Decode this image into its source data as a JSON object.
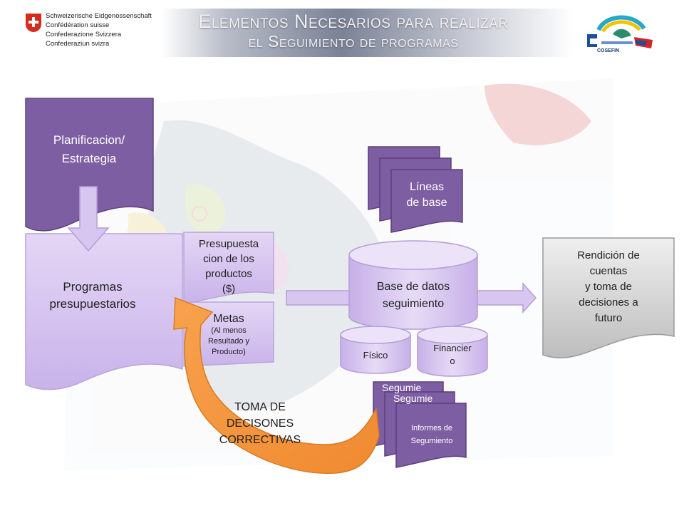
{
  "header": {
    "title_line1": "Elementos Necesarios para realizar",
    "title_line2": "el Seguimiento de programas",
    "swiss_lines": [
      "Schweizerische Eidgenossenschaft",
      "Confédération suisse",
      "Confederazione Svizzera",
      "Confederaziun svizra"
    ],
    "partner_logo_text": "COSEFIN"
  },
  "nodes": {
    "planificacion": {
      "lines": [
        "Planificacion/",
        "Estrategia"
      ]
    },
    "programas": {
      "lines": [
        "Programas",
        "presupuestarios"
      ]
    },
    "presupuestacion": {
      "lines": [
        "Presupuesta",
        "cion de los",
        "productos",
        "($)"
      ]
    },
    "metas": {
      "title": "Metas",
      "sub_lines": [
        "(Al menos",
        "Resultado y",
        "Producto)"
      ]
    },
    "lineas_base": {
      "lines": [
        "Líneas",
        "de base"
      ]
    },
    "base_datos": {
      "lines": [
        "Base de datos",
        "seguimiento"
      ]
    },
    "fisico": {
      "label": "Físico"
    },
    "financiero": {
      "lines": [
        "Financier",
        "o"
      ]
    },
    "informes": {
      "lines": [
        "Informes de",
        "Segumiento"
      ],
      "partial_label": "Segumie"
    },
    "rendicion": {
      "lines": [
        "Rendición de",
        "cuentas",
        "y toma de",
        "decisiones a",
        "futuro"
      ]
    },
    "toma_decisiones": {
      "lines": [
        "TOMA DE",
        "DECISONES",
        "CORRECTIVAS"
      ]
    }
  },
  "colors": {
    "purple_dark": "#7e5ea2",
    "purple_light": "#d7c6ef",
    "orange": "#f6953f",
    "grey_box": "#d2d2d2"
  }
}
